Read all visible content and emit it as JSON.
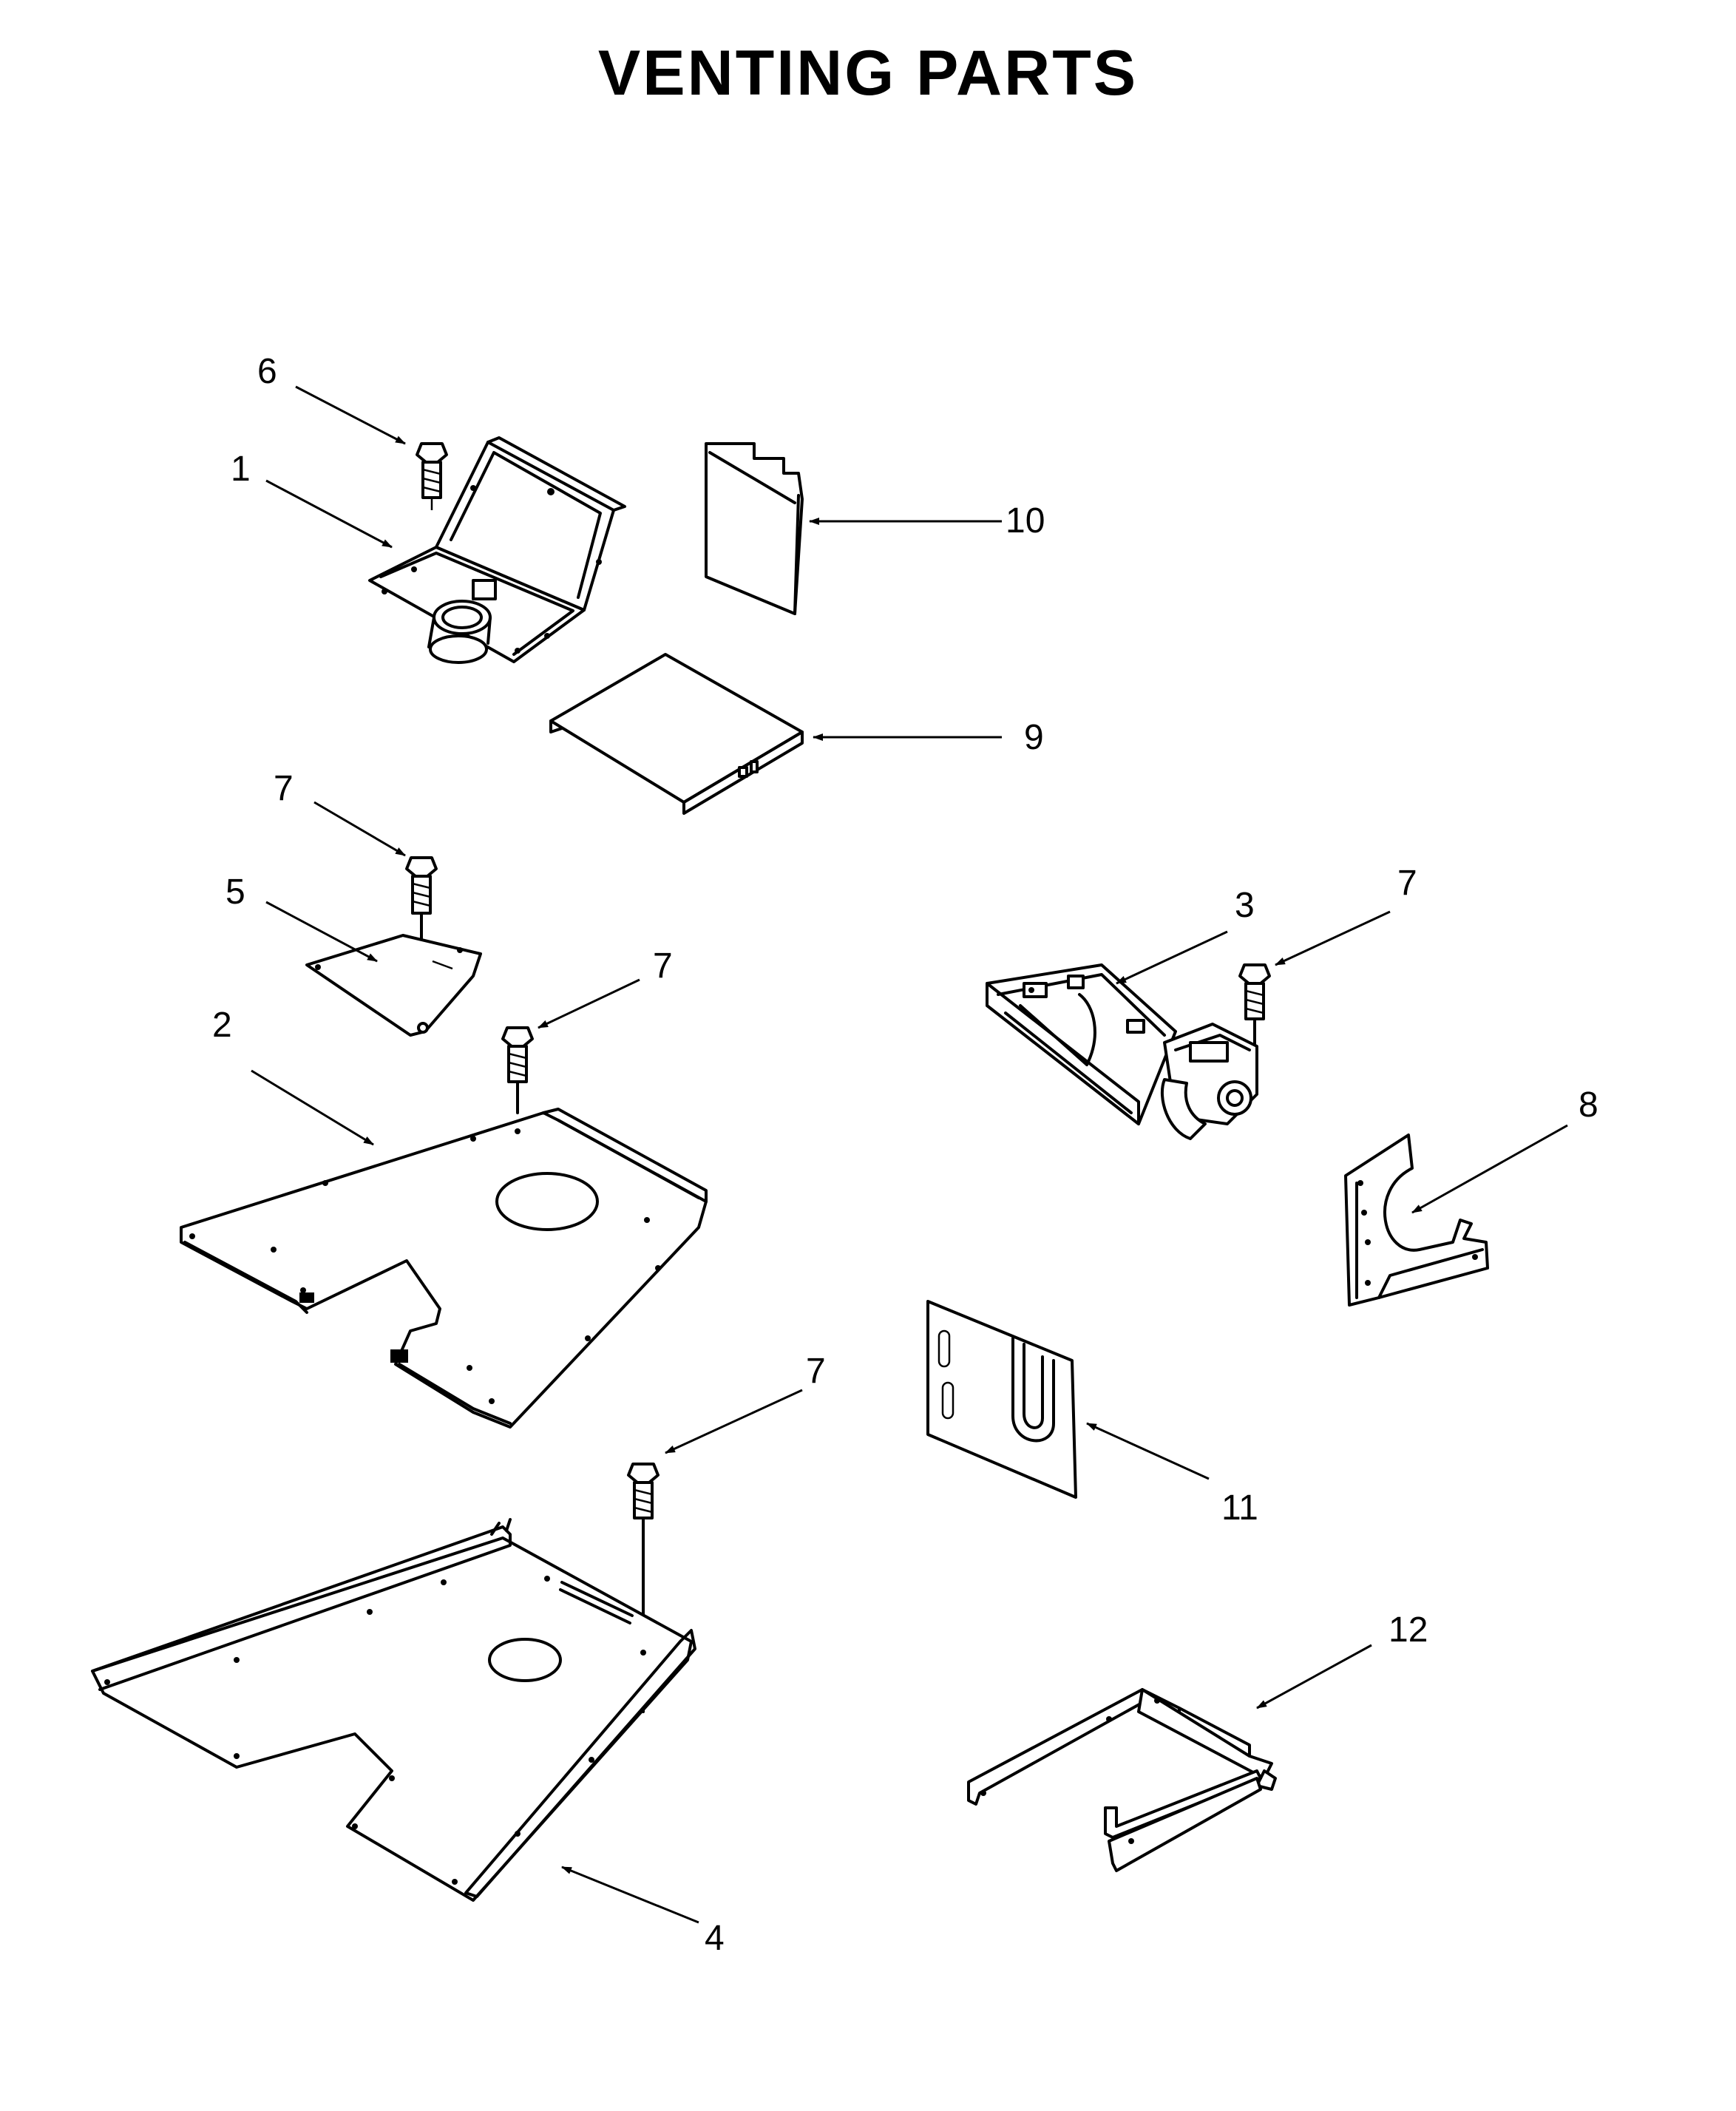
{
  "title": "VENTING PARTS",
  "callouts": {
    "c1": "1",
    "c2": "2",
    "c3": "3",
    "c4": "4",
    "c5": "5",
    "c6": "6",
    "c7a": "7",
    "c7b": "7",
    "c7c": "7",
    "c7d": "7",
    "c8": "8",
    "c9": "9",
    "c10": "10",
    "c11": "11",
    "c12": "12"
  }
}
